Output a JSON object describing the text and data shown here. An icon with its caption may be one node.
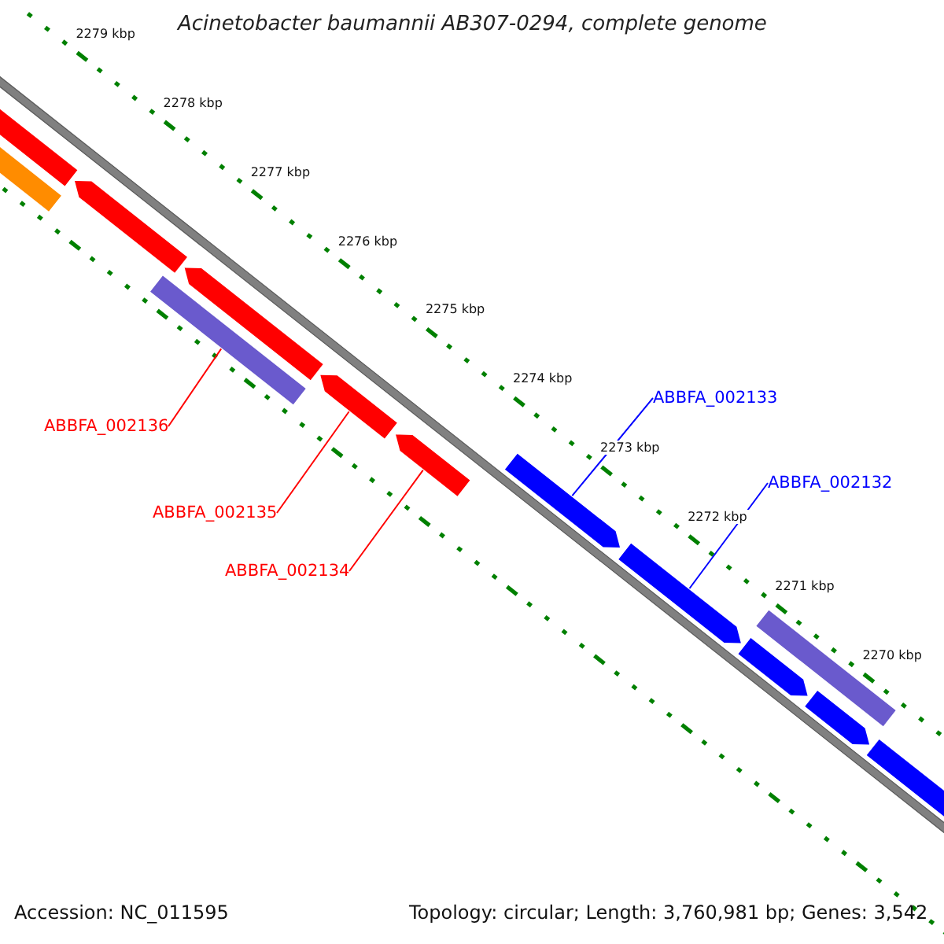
{
  "diagram": {
    "title": "Acinetobacter baumannii AB307-0294, complete genome",
    "nodes": [
      {
        "text": [
          "ABBFA_002133"
        ]
      },
      {
        "text": [
          "ABBFA_002132"
        ]
      },
      {
        "text": [
          "ABBFA_002136"
        ]
      },
      {
        "text": [
          "ABBFA_002135"
        ]
      },
      {
        "text": [
          "ABBFA_002134"
        ]
      },
      {
        "text": [],
        "shape": "bar"
      },
      {
        "text": [],
        "shape": "bar"
      },
      {
        "text": [],
        "shape": "pentagon"
      },
      {
        "text": [],
        "shape": "bar"
      },
      {
        "text": [],
        "shape": "pentagon"
      },
      {
        "text": [],
        "shape": "pentagon"
      },
      {
        "text": [],
        "shape": "pentagon"
      },
      {
        "text": [],
        "shape": "pentagon"
      },
      {
        "text": [],
        "shape": "pentagon"
      },
      {
        "text": [],
        "shape": "bar"
      },
      {
        "text": [],
        "shape": "pentagon"
      },
      {
        "text": [],
        "shape": "pentagon"
      },
      {
        "text": [],
        "shape": "pentagon"
      }
    ],
    "edges": [
      {
        "from": 0,
        "to": 12,
        "arrow": "none",
        "color": "#0000ff"
      },
      {
        "from": 1,
        "to": 13,
        "arrow": "none",
        "color": "#0000ff"
      },
      {
        "from": 2,
        "to": 8,
        "arrow": "none"
      },
      {
        "from": 3,
        "to": 10,
        "arrow": "none"
      },
      {
        "from": 4,
        "to": 11,
        "arrow": "none"
      }
    ],
    "labels": [
      "2279 kbp",
      "2278 kbp",
      "2277 kbp",
      "2276 kbp",
      "2275 kbp",
      "2274 kbp",
      "2273 kbp",
      "2272 kbp",
      "2271 kbp",
      "2270 kbp",
      "Accession: NC_011595",
      "Topology: circular; Length: 3,760,981 bp; Genes: 3,542"
    ]
  }
}
